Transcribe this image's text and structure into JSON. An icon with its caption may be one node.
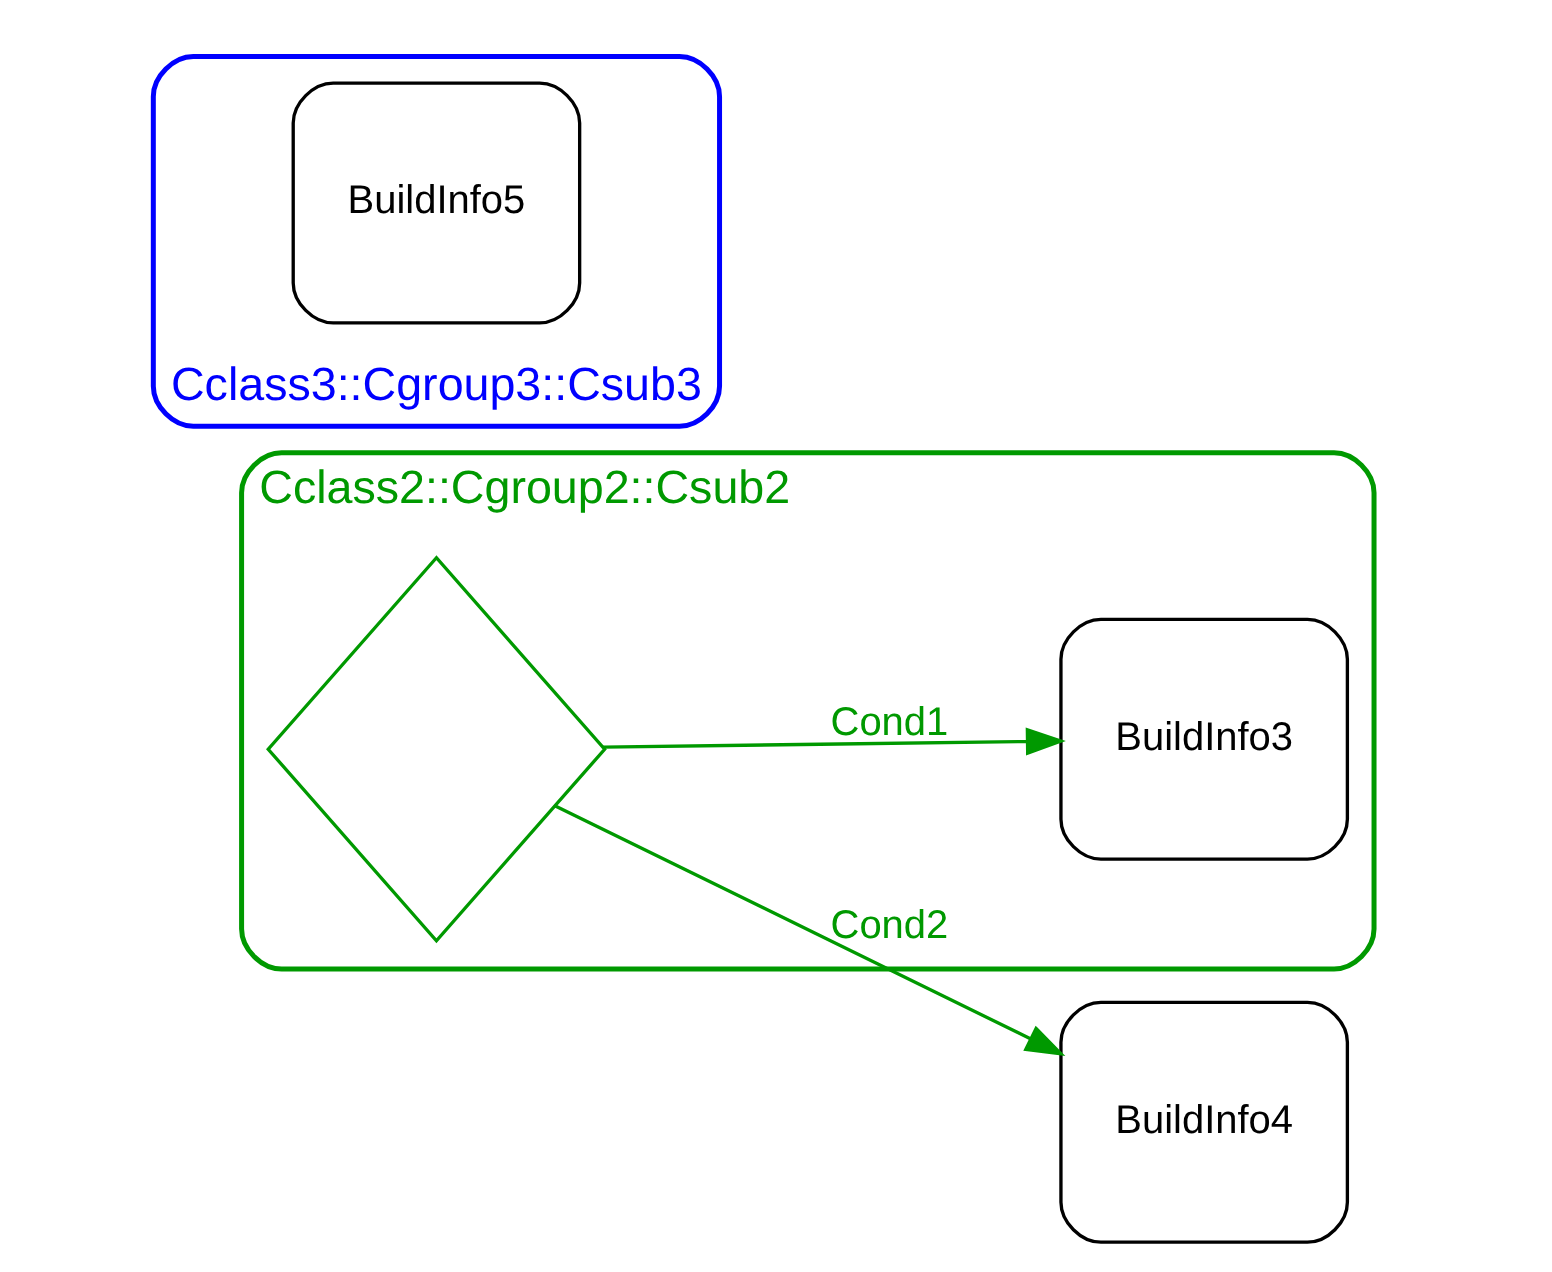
{
  "diagram": {
    "nodes": [
      {
        "text": [
          "Cclass2::Cgroup2::Csub2"
        ]
      },
      {
        "text": [
          "BuildInfo3"
        ],
        "in": 0
      },
      {
        "text": [],
        "shape": "diamond",
        "in": 0
      },
      {
        "text": [
          "Cclass3::Cgroup3::Csub3"
        ]
      },
      {
        "text": [
          "BuildInfo4"
        ]
      },
      {
        "text": [
          "BuildInfo5"
        ],
        "in": 3
      }
    ],
    "edges": [
      {
        "from": 2,
        "to": 1,
        "arrow": "to",
        "label": "Cond1"
      },
      {
        "from": 2,
        "to": 4,
        "arrow": "to",
        "label": "Cond2"
      }
    ]
  }
}
